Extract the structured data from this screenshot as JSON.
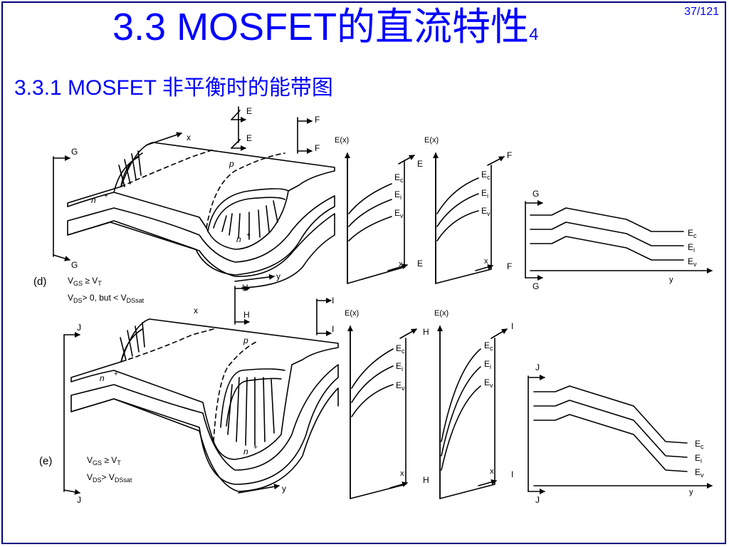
{
  "title": {
    "main": "3.3  MOSFET的直流特性",
    "suffix": "4"
  },
  "page_number": "37/121",
  "subtitle": "3.3.1  MOSFET 非平衡时的能带图",
  "labels": {
    "x": "x",
    "y": "y",
    "p": "p",
    "n": "n",
    "plus": "+",
    "E": "E",
    "F": "F",
    "G": "G",
    "H": "H",
    "I": "I",
    "J": "J",
    "Ex": "E(x)",
    "Ec": "E",
    "Ec_sub": "c",
    "Ei": "E",
    "Ei_sub": "i",
    "Ev": "E",
    "Ev_sub": "v",
    "panel_d": "(d)",
    "panel_e": "(e)",
    "d_cond1": "V",
    "d_cond1_sub": "GS",
    "d_cond1_rel": " ≥ V",
    "d_cond1_sub2": "T",
    "d_cond2": "V",
    "d_cond2_sub": "DS",
    "d_cond2_rel": "> 0, but  < V",
    "d_cond2_sub2": "DSsat",
    "e_cond1": "V",
    "e_cond1_sub": "GS",
    "e_cond1_rel": " ≥ V",
    "e_cond1_sub2": "T",
    "e_cond2": "V",
    "e_cond2_sub": "DS",
    "e_cond2_rel": "> V",
    "e_cond2_sub2": "DSsat"
  }
}
